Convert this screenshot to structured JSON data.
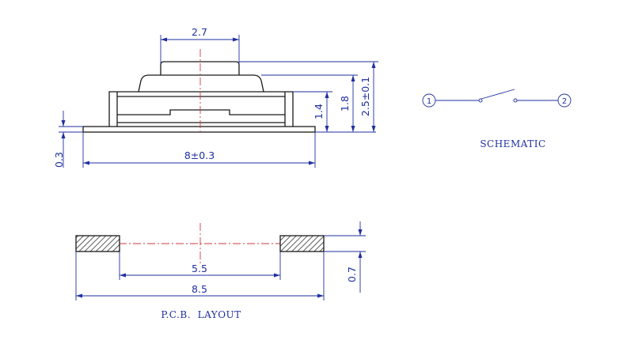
{
  "side_view": {
    "dim_top_width": "2.7",
    "dim_total_length": "8±0.3",
    "dim_base_thickness": "0.3",
    "dim_height_low": "1.4",
    "dim_height_mid": "1.8",
    "dim_height_total": "2.5±0.1"
  },
  "schematic": {
    "caption": "SCHEMATIC",
    "pin_1": "1",
    "pin_2": "2"
  },
  "pcb_layout": {
    "caption": "P.C.B.  LAYOUT",
    "dim_inner": "5.5",
    "dim_outer": "8.5",
    "dim_pad_height": "0.7"
  },
  "colors": {
    "outline": "#1a1a1a",
    "dimension": "#1f2fa0",
    "centerline": "#d23a3a"
  }
}
